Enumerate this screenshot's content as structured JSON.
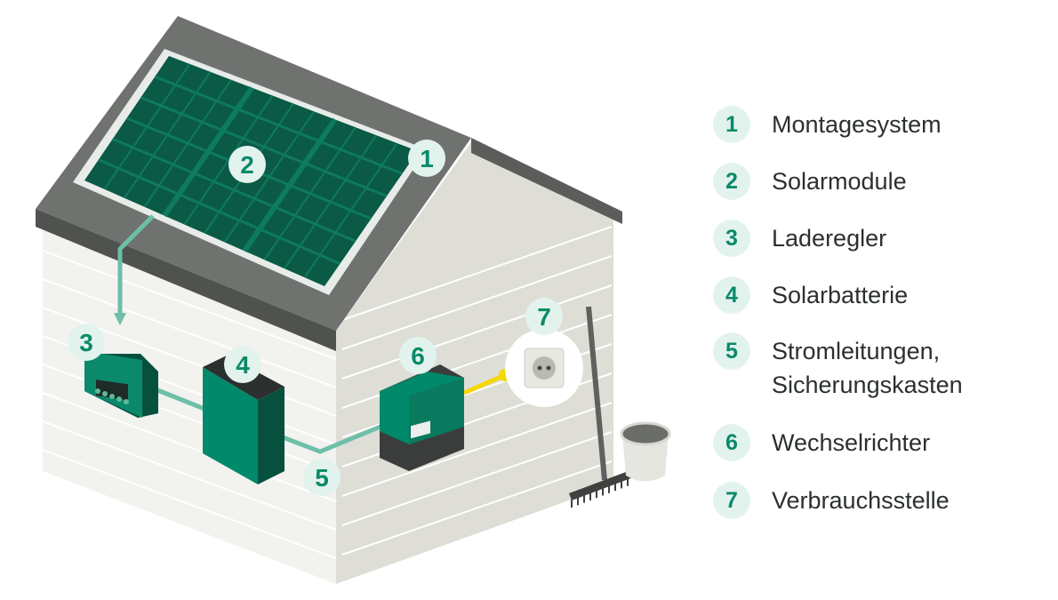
{
  "legend": [
    {
      "num": "1",
      "label": "Montagesystem"
    },
    {
      "num": "2",
      "label": "Solarmodule"
    },
    {
      "num": "3",
      "label": "Laderegler"
    },
    {
      "num": "4",
      "label": "Solarbatterie"
    },
    {
      "num": "5",
      "label": "Stromleitungen,\nSicherungskasten"
    },
    {
      "num": "6",
      "label": "Wechselrichter"
    },
    {
      "num": "7",
      "label": "Verbrauchsstelle"
    }
  ],
  "colors": {
    "green": "#00896a",
    "dark_green": "#07503e",
    "badge_bg": "#e2f3ee",
    "cable": "#6dbfa8",
    "yellow": "#f5d800"
  }
}
